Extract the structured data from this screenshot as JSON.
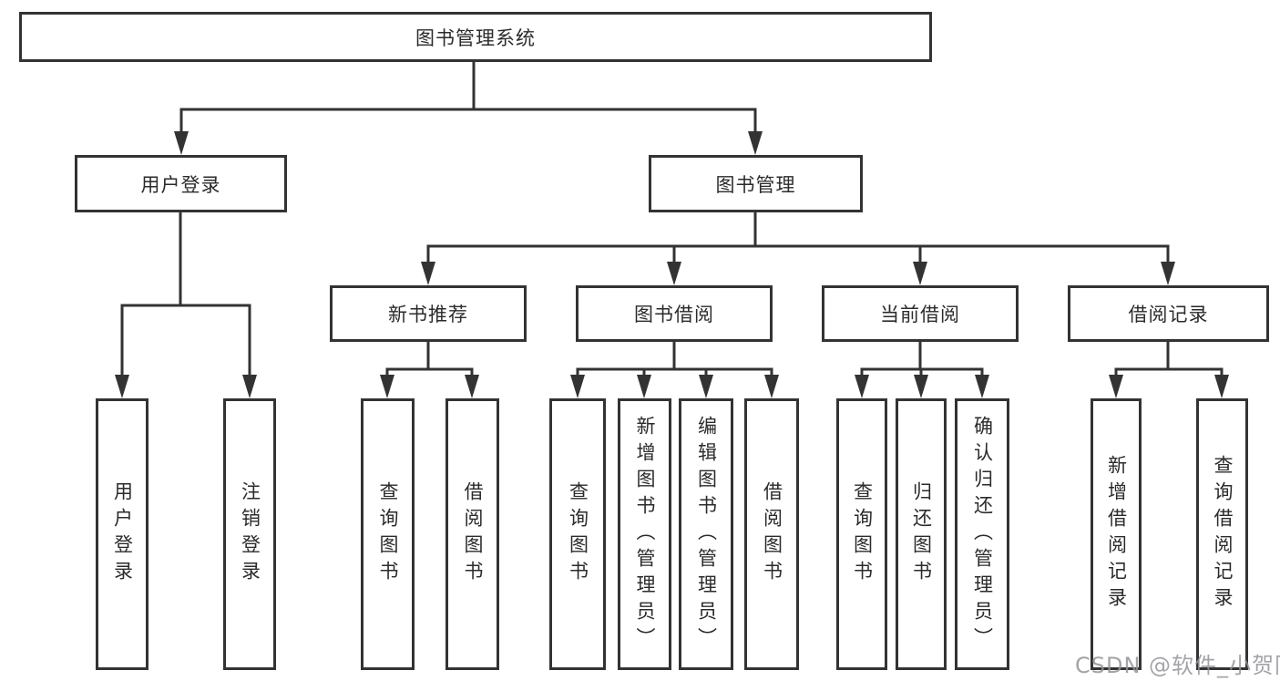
{
  "diagram_title": "图书管理系统",
  "nodes": {
    "root": {
      "label": "图书管理系统"
    },
    "level2": [
      {
        "label": "用户登录"
      },
      {
        "label": "图书管理"
      }
    ],
    "level3": [
      {
        "label": "新书推荐"
      },
      {
        "label": "图书借阅"
      },
      {
        "label": "当前借阅"
      },
      {
        "label": "借阅记录"
      }
    ],
    "leaves": {
      "user_login": [
        {
          "label": "用户登录"
        },
        {
          "label": "注销登录"
        }
      ],
      "new_book_recommend": [
        {
          "label": "查询图书"
        },
        {
          "label": "借阅图书"
        }
      ],
      "book_borrow": [
        {
          "label": "查询图书"
        },
        {
          "label": "新增图书（管理员）"
        },
        {
          "label": "编辑图书（管理员）"
        },
        {
          "label": "借阅图书"
        }
      ],
      "current_borrow": [
        {
          "label": "查询图书"
        },
        {
          "label": "归还图书"
        },
        {
          "label": "确认归还（管理员）"
        }
      ],
      "borrow_records": [
        {
          "label": "新增借阅记录"
        },
        {
          "label": "查询借阅记录"
        }
      ]
    }
  },
  "watermark": "CSDN @软件_小贺同学",
  "colors": {
    "line": "#333333",
    "text": "#2b2b2b",
    "box_background": "#ffffff",
    "watermark": "#949499",
    "background": "#ffffff"
  }
}
